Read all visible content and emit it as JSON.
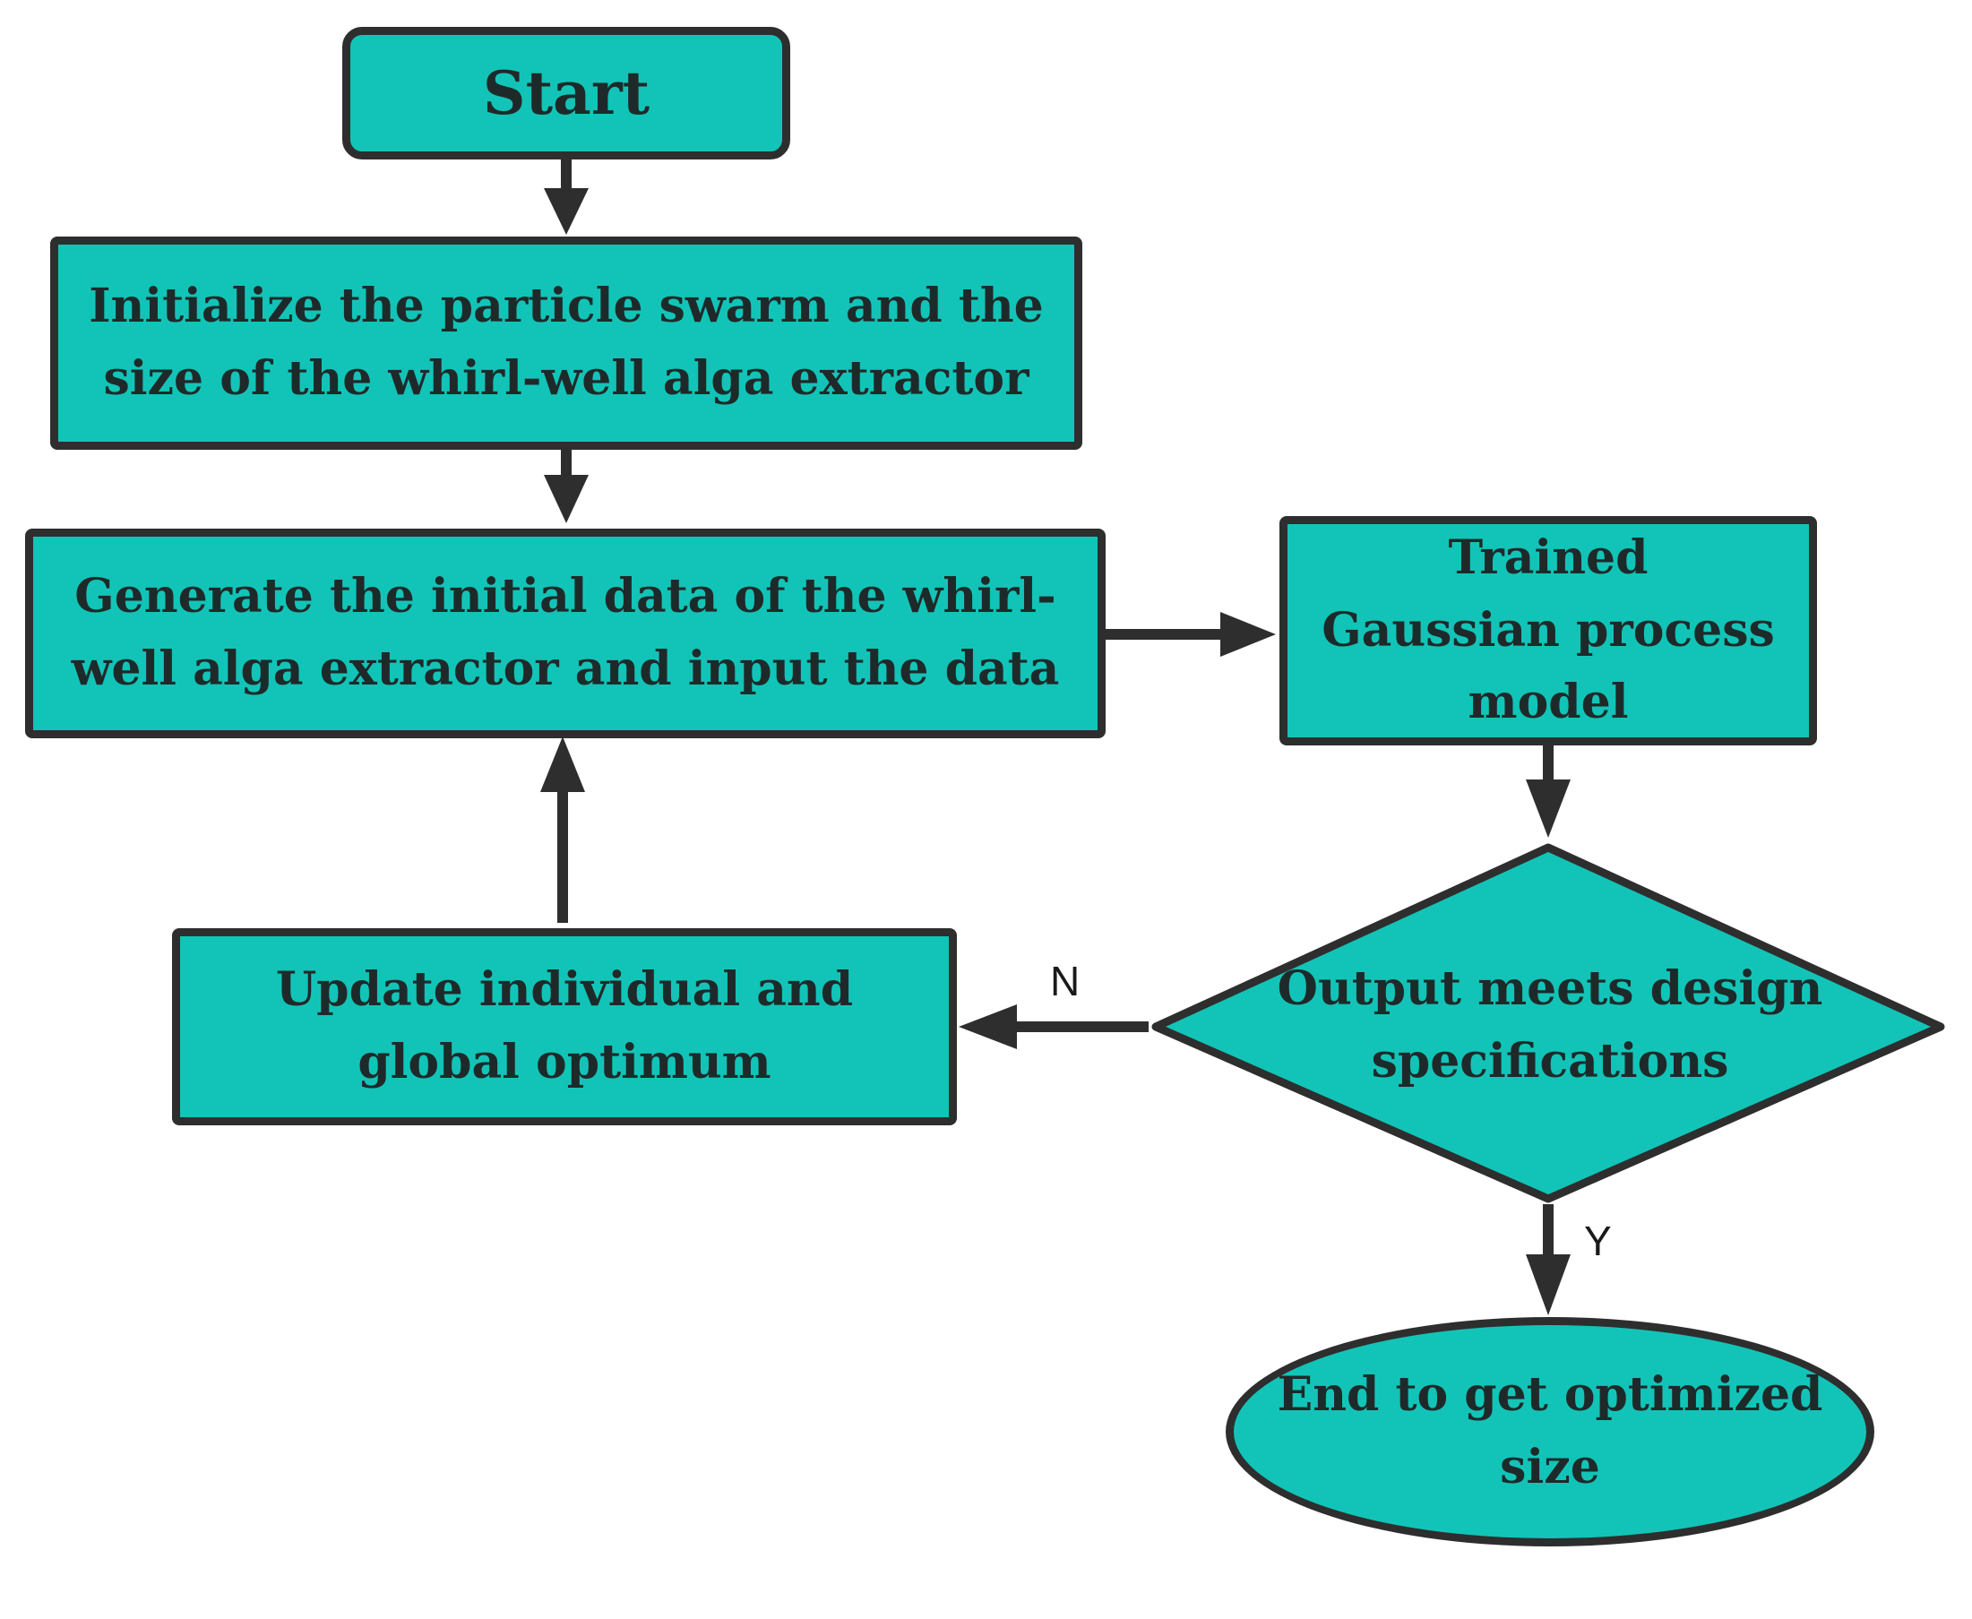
{
  "nodes": {
    "start": "Start",
    "initialize": "Initialize the particle swarm and the\nsize of the whirl-well alga extractor",
    "generate": "Generate the initial data of the whirl-\nwell alga extractor and input the data",
    "gaussian": "Trained\nGaussian process\nmodel",
    "decision": "Output meets design\nspecifications",
    "update": "Update individual and\nglobal optimum",
    "end": "End to get optimized\nsize"
  },
  "edges": {
    "no_label": "N",
    "yes_label": "Y"
  },
  "colors": {
    "node_fill": "#12c4b7",
    "node_border": "#2e2e2e",
    "arrow": "#2e2e2e"
  }
}
